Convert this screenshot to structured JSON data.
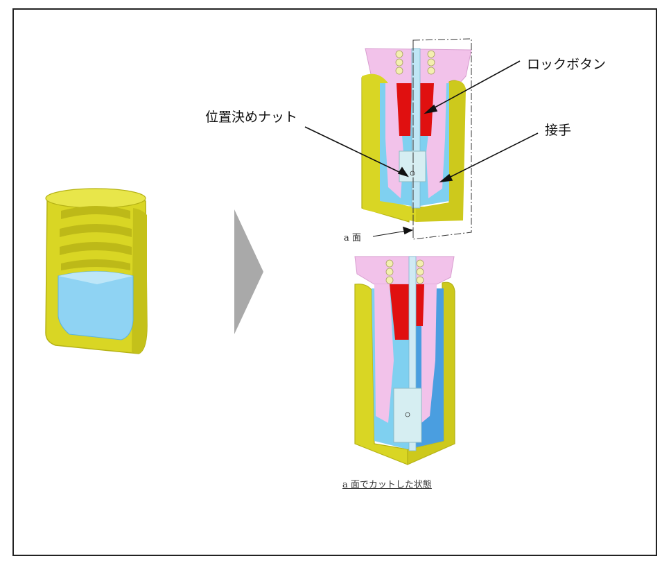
{
  "colors": {
    "housing": "#d9d624",
    "fluid": "#7fd0f0",
    "fluid_dark": "#4a9ee0",
    "button": "#e01010",
    "sleeve": "#f2c2ea",
    "nut": "#d6eef2",
    "balls": "#f4efb0",
    "arrow": "#a9a9a9"
  },
  "labels": {
    "lock_button": "ロックボタン",
    "positioning_nut": "位置決めナット",
    "joint": "接手",
    "plane_a": "a 面",
    "caption": "a 面でカットした状態"
  }
}
